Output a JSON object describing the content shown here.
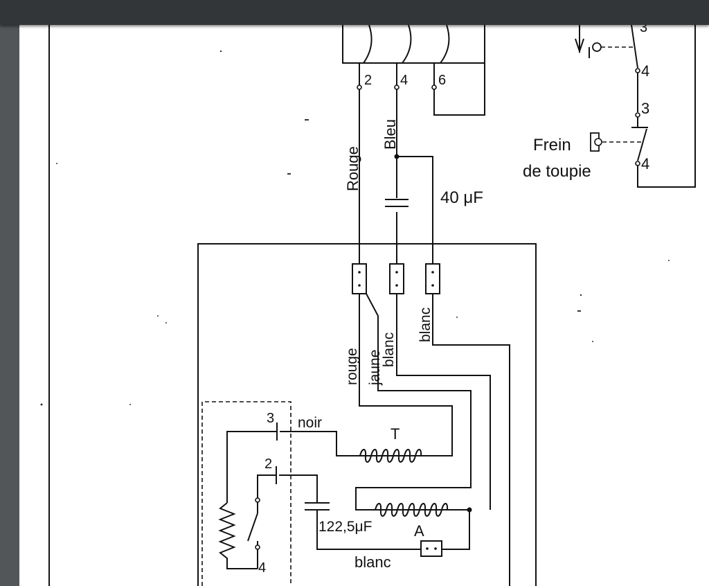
{
  "viewer": {
    "toolbar_color": "#323639",
    "background_color": "#525659",
    "page_color": "#ffffff"
  },
  "diagram": {
    "motor_terminals": [
      "2",
      "4",
      "6"
    ],
    "wire_labels_upper": [
      "Rouge",
      "Bleu"
    ],
    "capacitor_upper": "40 μF",
    "brake": {
      "line1": "Frein",
      "line2": "de toupie",
      "contacts": [
        "3",
        "4",
        "3",
        "4"
      ]
    },
    "wire_labels_lower": [
      "rouge",
      "jaune",
      "blanc",
      "blanc"
    ],
    "switch_contacts": [
      "3",
      "2",
      "4"
    ],
    "wire_noir": "noir",
    "coil_T": "T",
    "coil_A": "A",
    "capacitor_lower": "122,5μF",
    "wire_blanc_bottom": "blanc"
  }
}
